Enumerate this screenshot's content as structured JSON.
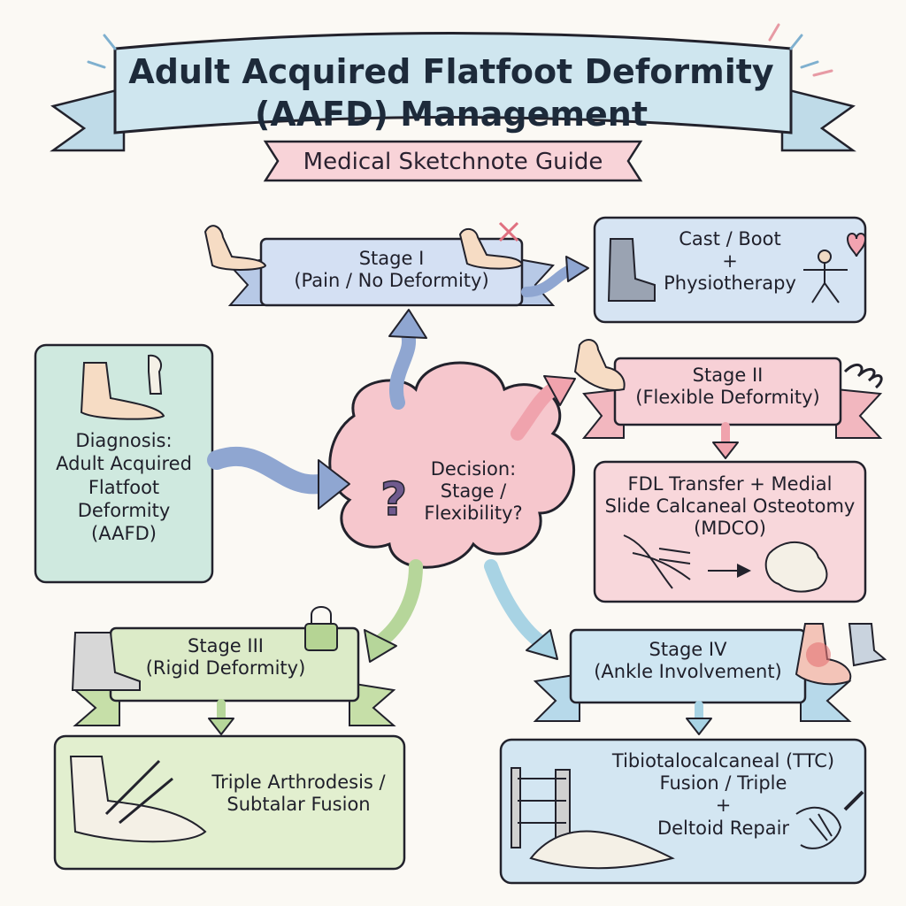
{
  "title": "Adult Acquired Flatfoot Deformity (AAFD) Management",
  "subtitle": "Medical Sketchnote Guide",
  "colors": {
    "blue": "#cfe0f0",
    "pink": "#f6cfd4",
    "green": "#dcebc8",
    "teal": "#cfe9e2",
    "ink": "#22222c"
  },
  "nodes": {
    "stage1": {
      "title": "Stage I",
      "subtitle": "(Pain / No Deformity)"
    },
    "stage1_treatment": {
      "line1": "Cast / Boot",
      "line2": "+",
      "line3": "Physiotherapy"
    },
    "diagnosis": {
      "line1": "Diagnosis:",
      "line2": "Adult Acquired",
      "line3": "Flatfoot",
      "line4": "Deformity",
      "line5": "(AAFD)"
    },
    "decision": {
      "line1": "Decision:",
      "line2": "Stage /",
      "line3": "Flexibility?"
    },
    "stage2": {
      "title": "Stage II",
      "subtitle": "(Flexible Deformity)"
    },
    "stage2_treatment": {
      "line1": "FDL Transfer + Medial",
      "line2": "Slide Calcaneal Osteotomy",
      "line3": "(MDCO)"
    },
    "stage3": {
      "title": "Stage III",
      "subtitle": "(Rigid Deformity)"
    },
    "stage3_treatment": {
      "line1": "Triple Arthrodesis /",
      "line2": "Subtalar Fusion"
    },
    "stage4": {
      "title": "Stage IV",
      "subtitle": "(Ankle Involvement)"
    },
    "stage4_treatment": {
      "line1": "Tibiotalocalcaneal (TTC)",
      "line2": "Fusion / Triple",
      "line3": "+",
      "line4": "Deltoid Repair"
    }
  },
  "icons": [
    "foot-pain-icon",
    "foot-cross-icon",
    "boot-icon",
    "exercise-figure-icon",
    "heart-icon",
    "foot-bones-icon",
    "knee-icon",
    "question-icon",
    "foot-lift-icon",
    "spring-icon",
    "tendon-sketch-icon",
    "arrow-icon",
    "calcaneus-bone-icon",
    "mesh-foot-icon",
    "lock-icon",
    "ankle-pain-icon",
    "brace-icon",
    "foot-screws-icon",
    "plate-icon",
    "deltoid-repair-icon",
    "syringe-icon"
  ]
}
